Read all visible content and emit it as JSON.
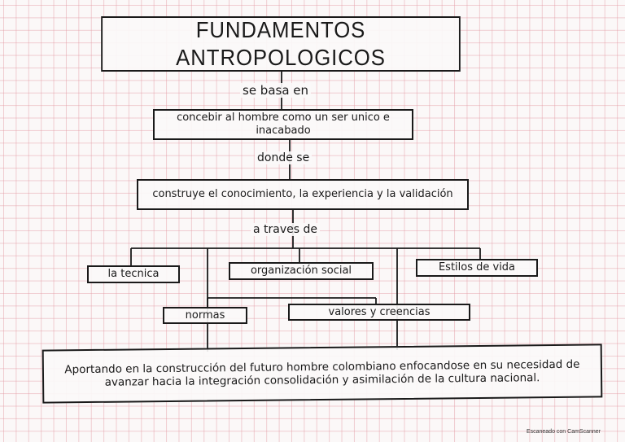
{
  "title": "FUNDAMENTOS ANTROPOLOGICOS",
  "connectors": {
    "se_basa_en": "se basa en",
    "donde_se": "donde se",
    "a_traves_de": "a traves de"
  },
  "nodes": {
    "concepto": "concebir al hombre como un ser unico e inacabado",
    "conocimiento": "construye el conocimiento, la experiencia y la validación",
    "tecnica": "la tecnica",
    "organizacion": "organización social",
    "estilos": "Estilos de vida",
    "normas": "normas",
    "valores": "valores y creencias",
    "conclusion": "Aportando en la construcción del futuro hombre colombiano enfocandose en su necesidad de avanzar hacia la integración consolidación y asimilación de la cultura nacional."
  },
  "watermark": "Escaneado con CamScanner",
  "colors": {
    "ink": "#1a1a1a",
    "grid": "#e296a0",
    "paper": "#fbf8f8"
  }
}
